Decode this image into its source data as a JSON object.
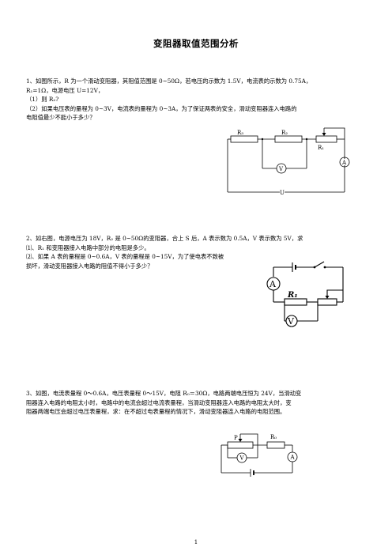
{
  "title": "变阻器取值范围分析",
  "q1": {
    "lines": [
      "1、如图所示，R 为一个滑动变阻器，其阻值范围是 0~50Ω，若电压的示数为 1.5V，电流表的示数为 0.75A，",
      "R₁=1Ω，电源电压 U=12V，",
      "（1）则 R₂?",
      "（2）如果电压表的量程为 0~3V，电流表的量程为 0~3A，为了保证两表的安全，滑动变阻器连入电路的",
      "电阻值最少不能小于多少？"
    ],
    "diagram": {
      "r3": "R₃",
      "r2": "R₂",
      "r1": "R₁",
      "voltmeter": "V",
      "ammeter": "A",
      "source": "U"
    }
  },
  "q2": {
    "lines": [
      "2、如右图，电源电压为 18V，R₂ 是 0~50Ω的变阻器，合上 S 后，A 表示数为 0.5A，V 表示数为 5V，求",
      "⑴、R₁ 和变阻器接入电路中部分的电阻是多少。",
      "⑵、如果 A 表的量程是 0~0.6A，V 表的量程是 0~15V，为了使电表不致被",
      "损坏，滑动变阻器接入电路的阻值不得小于多少？"
    ],
    "diagram": {
      "ammeter": "A",
      "r1": "R₁",
      "voltmeter": "V"
    }
  },
  "q3": {
    "lines": [
      "3、如图，电流表量程 0～0.6A，电压表量程 0～15V，电阻 R₀＝30Ω，电路两端电压恒为 24V，当滑动变",
      "阻器连入电路的电阻太小时，电路中的电流会超过电流表量程，当滑动变阻器连入电路的电阻太大时，变",
      "阻器两端电压会超过电压表量程，求：在不超过电表量程的情况下，滑动变阻器连入电路的电阻范围。"
    ],
    "diagram": {
      "slider": "P",
      "r0": "R₀",
      "voltmeter": "V",
      "ammeter": "A"
    }
  },
  "page_number": "1"
}
